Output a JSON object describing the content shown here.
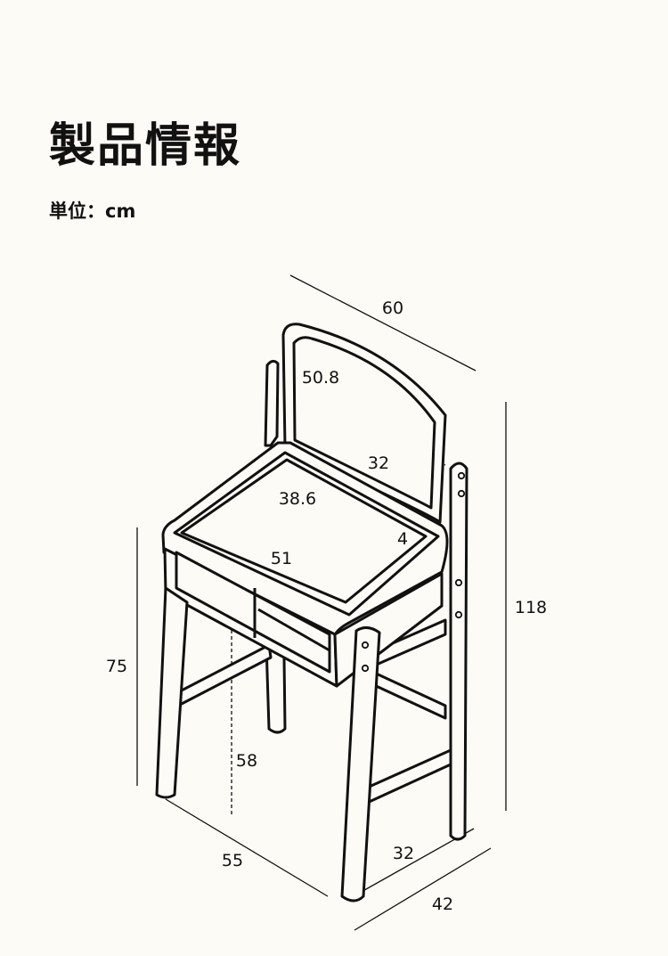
{
  "header": {
    "title": "製品情報",
    "unit_label": "単位：cm"
  },
  "dimensions": {
    "overall_width": "60",
    "mirror_width": "50.8",
    "mirror_height": "32",
    "desk_depth": "38.6",
    "desk_width": "51",
    "back_rail_height": "4",
    "total_height": "118",
    "desk_height": "75",
    "knee_clearance": "58",
    "base_width": "55",
    "inner_depth": "32",
    "base_depth": "42"
  }
}
